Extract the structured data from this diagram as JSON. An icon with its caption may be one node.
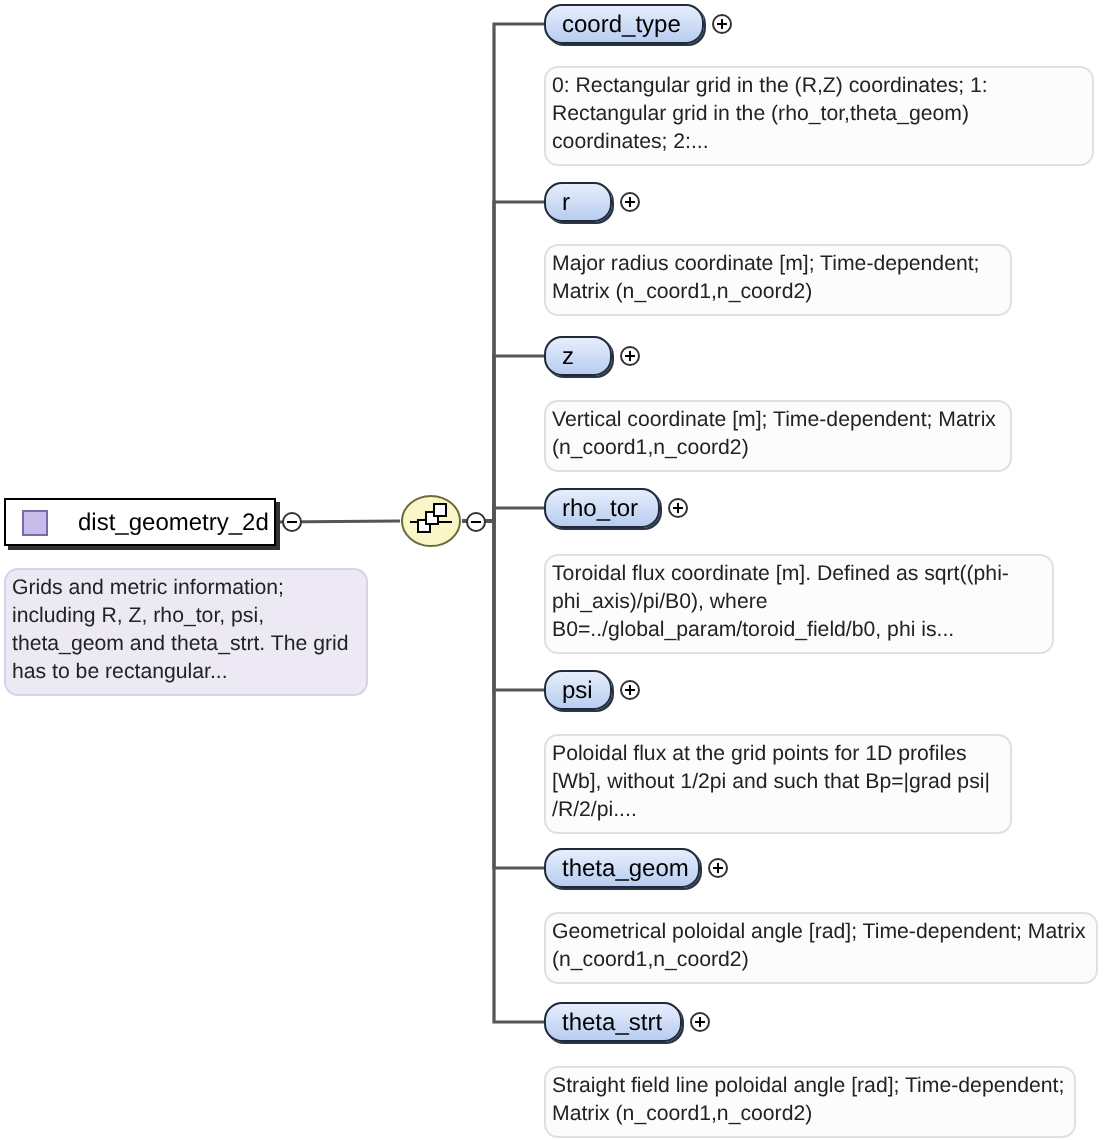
{
  "diagram": {
    "nodes": [
      {
        "text": [
          "dist_geometry_2d"
        ],
        "beside": [
          "Grids and metric information; including R, Z, rho_tor, psi, theta_geom and theta_strt. The grid has to be rectangular..."
        ]
      },
      {
        "text": [],
        "shape": "circle"
      },
      {
        "text": [
          "coord_type"
        ],
        "beside": [
          "0: Rectangular grid in the (R,Z) coordinates; 1: Rectangular grid in the (rho_tor,theta_geom) coordinates; 2:..."
        ]
      },
      {
        "text": [
          "r"
        ],
        "beside": [
          "Major radius coordinate [m]; Time-dependent; Matrix (n_coord1,n_coord2)"
        ]
      },
      {
        "text": [
          "z"
        ],
        "beside": [
          "Vertical coordinate [m]; Time-dependent; Matrix (n_coord1,n_coord2)"
        ]
      },
      {
        "text": [
          "rho_tor"
        ],
        "beside": [
          "Toroidal flux coordinate [m]. Defined as sqrt((phi-phi_axis)/pi/B0), where B0=../global_param/toroid_field/b0, phi is..."
        ]
      },
      {
        "text": [
          "psi"
        ],
        "beside": [
          "Poloidal flux at the grid points for 1D profiles [Wb], without 1/2pi and such that Bp=|grad psi| /R/2/pi...."
        ]
      },
      {
        "text": [
          "theta_geom"
        ],
        "beside": [
          "Geometrical poloidal angle [rad]; Time-dependent; Matrix (n_coord1,n_coord2)"
        ]
      },
      {
        "text": [
          "theta_strt"
        ],
        "beside": [
          "Straight field line poloidal angle [rad]; Time-dependent; Matrix (n_coord1,n_coord2)"
        ]
      }
    ],
    "edges": [
      {
        "from": 0,
        "to": 1,
        "arrow": "none"
      },
      {
        "from": 1,
        "to": 2,
        "arrow": "none"
      },
      {
        "from": 1,
        "to": 3,
        "arrow": "none"
      },
      {
        "from": 1,
        "to": 4,
        "arrow": "none"
      },
      {
        "from": 1,
        "to": 5,
        "arrow": "none"
      },
      {
        "from": 1,
        "to": 6,
        "arrow": "none"
      },
      {
        "from": 1,
        "to": 7,
        "arrow": "none"
      },
      {
        "from": 1,
        "to": 8,
        "arrow": "none"
      }
    ]
  }
}
